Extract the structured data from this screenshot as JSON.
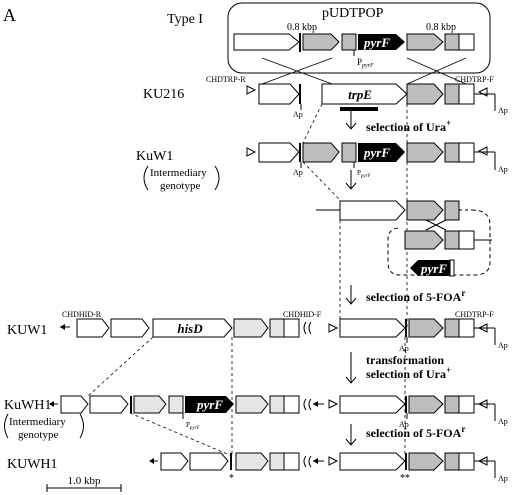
{
  "panel_label": "A",
  "type_label": "Type I",
  "plasmid": {
    "name": "pUDTPOP",
    "left_size": "0.8 kbp",
    "right_size": "0.8 kbp",
    "promoter": "P",
    "promoter_sub": "pyrF"
  },
  "genes": {
    "pyrF": "pyrF",
    "trpE": "trpE",
    "hisD": "hisD"
  },
  "primers": {
    "chdtrp_r": "CHDTRP-R",
    "chdtrp_f": "CHDTRP-F",
    "chdhid_r": "CHDHID-R",
    "chdhid_f": "CHDHID-F"
  },
  "ap": "Ap",
  "strains": {
    "ku216": "KU216",
    "kuw1_lower": "KuW1",
    "intermediary": "Intermediary",
    "genotype": "genotype",
    "kuw1": "KUW1",
    "kuwh1_lower": "KuWH1",
    "kuwh1": "KUWH1"
  },
  "steps": {
    "sel_ura_1": "selection of Ura",
    "sel_ura_1_sup": "+",
    "sel_5foa_1": "selection of 5-FOA",
    "sel_5foa_1_sup": "r",
    "transformation": "transformation",
    "sel_ura_2": "selection of Ura",
    "sel_ura_2_sup": "+",
    "sel_5foa_2": "selection of 5-FOA",
    "sel_5foa_2_sup": "r"
  },
  "marks": {
    "single": "*",
    "double": "**"
  },
  "scale_bar": "1.0 kbp"
}
